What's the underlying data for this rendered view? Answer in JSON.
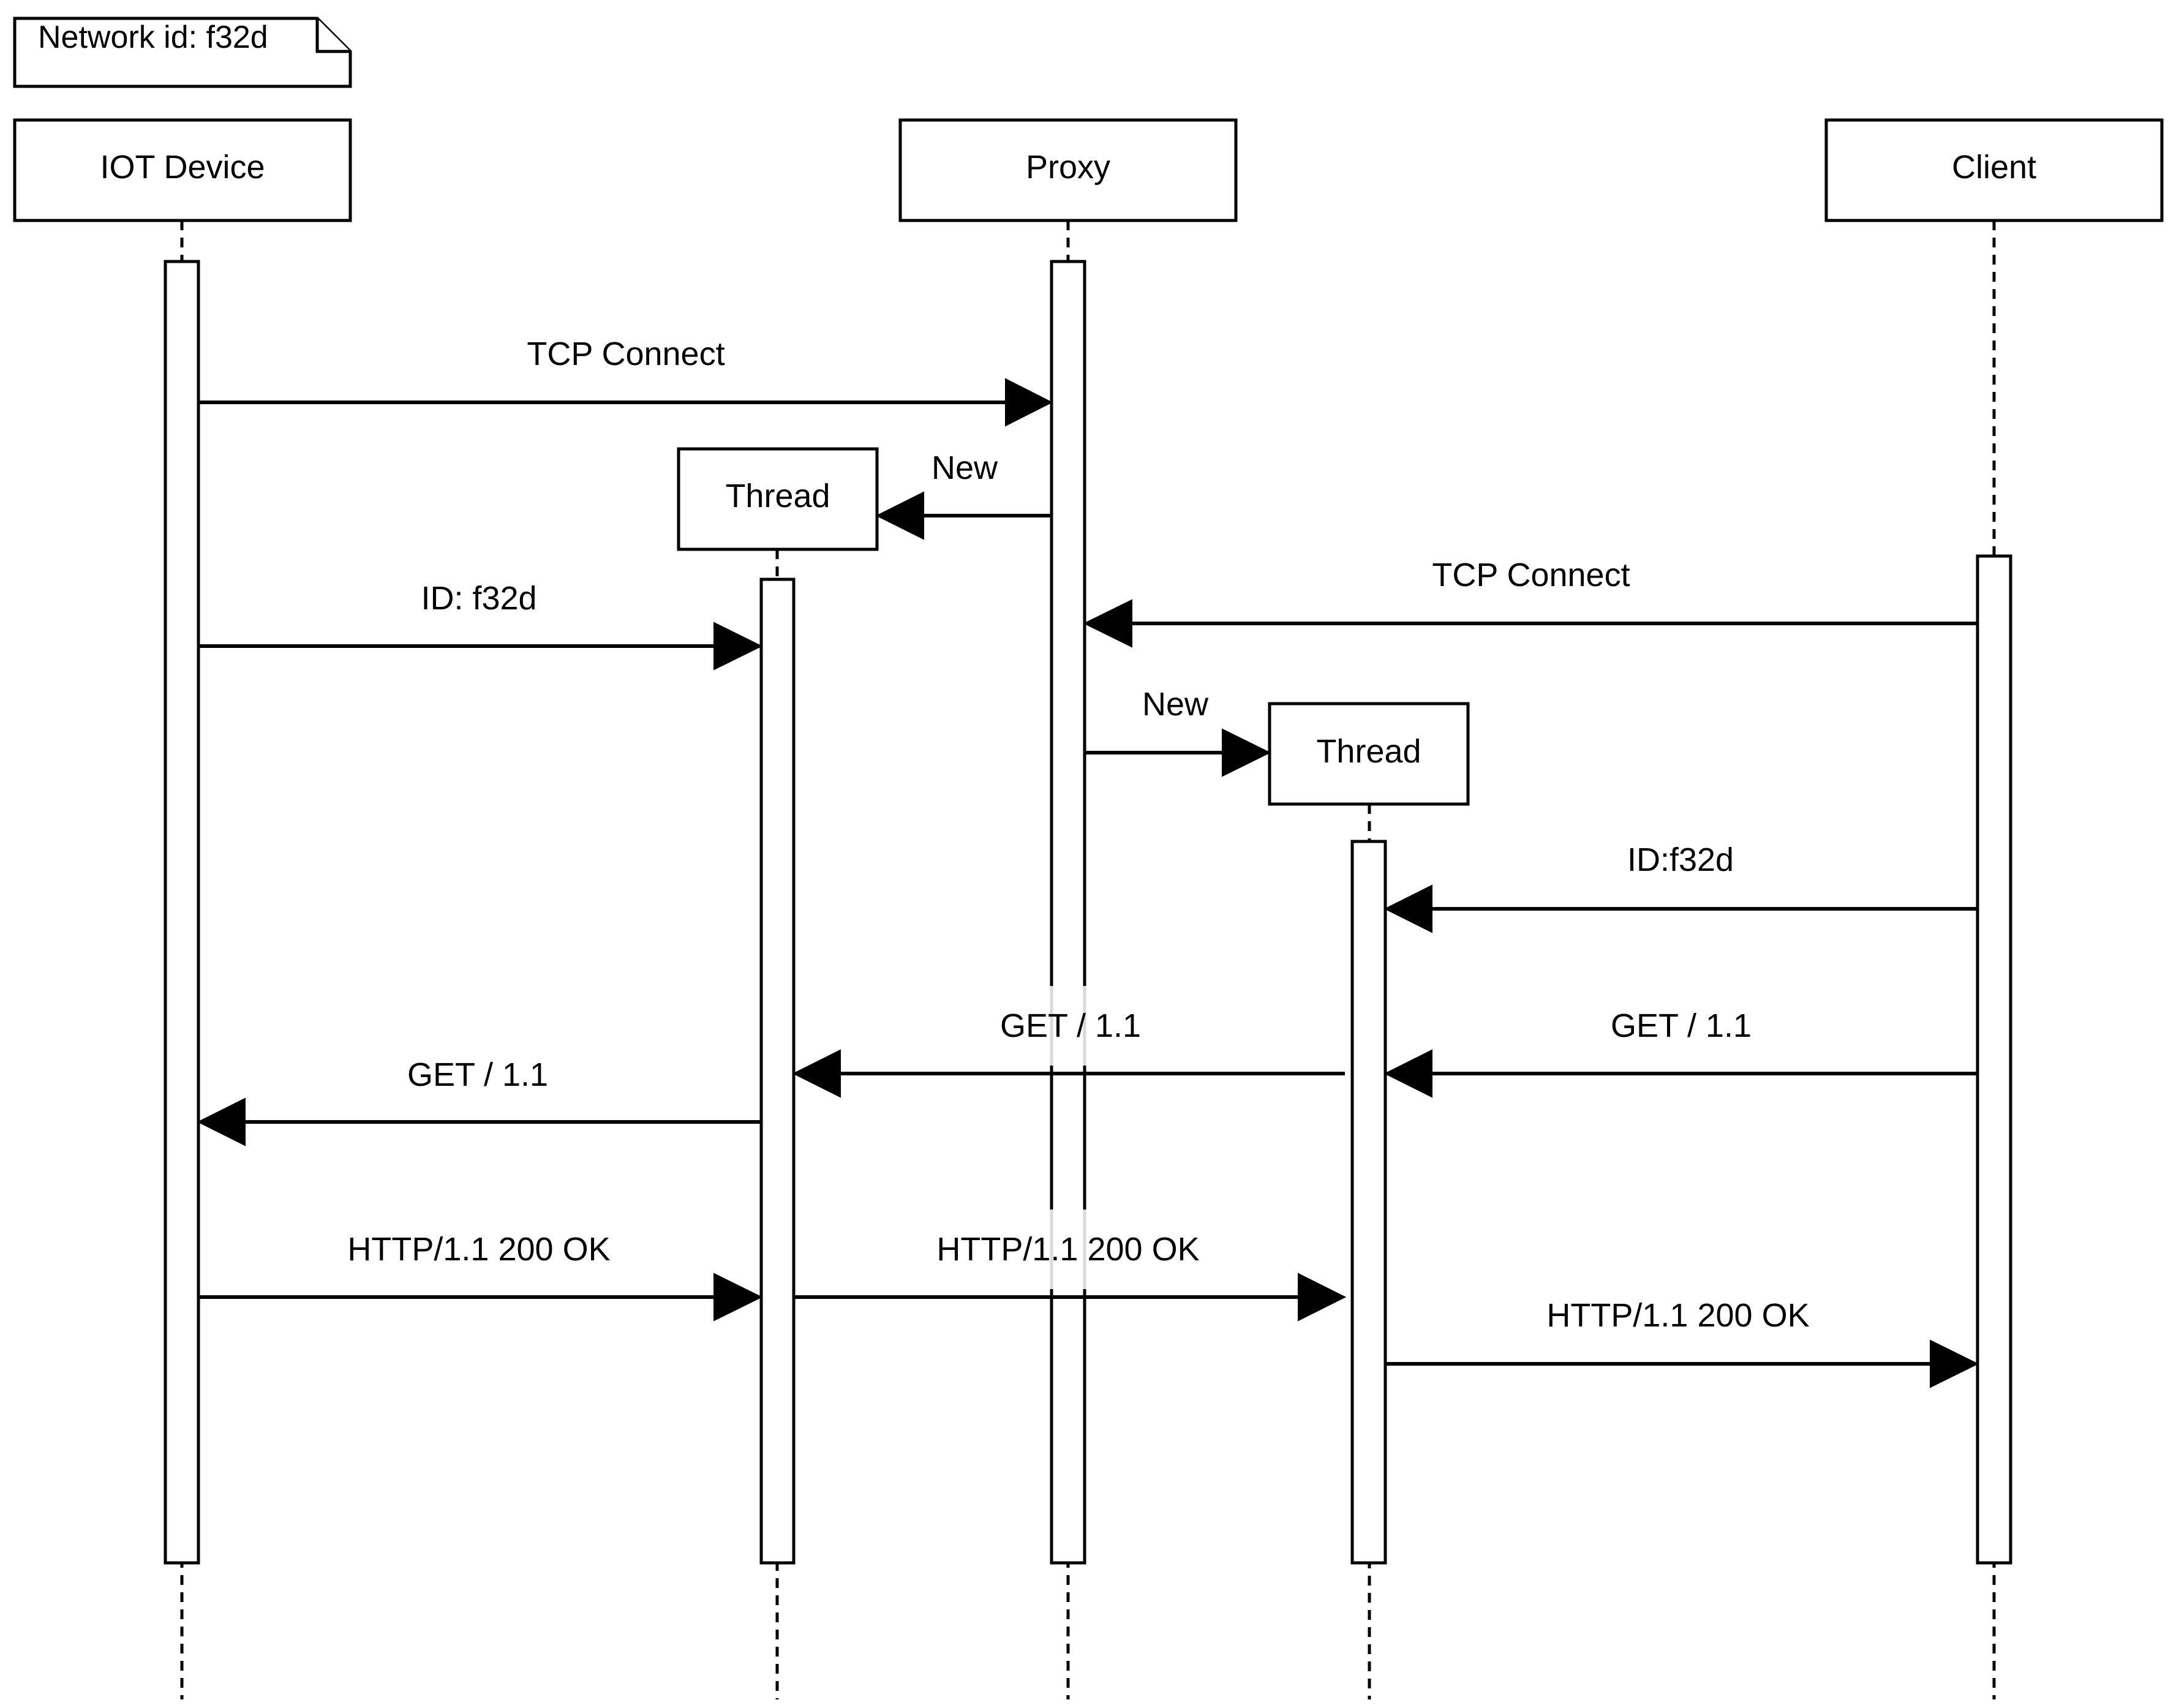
{
  "note": {
    "text": "Network id: f32d"
  },
  "participants": {
    "iot": "IOT Device",
    "proxy": "Proxy",
    "client": "Client",
    "thread1": "Thread",
    "thread2": "Thread"
  },
  "messages": [
    {
      "id": "m1",
      "label": "TCP Connect",
      "from": "IOT Device",
      "to": "Proxy"
    },
    {
      "id": "m2",
      "label": "New",
      "from": "Proxy",
      "to": "Thread"
    },
    {
      "id": "m3",
      "label": "TCP Connect",
      "from": "Client",
      "to": "Proxy"
    },
    {
      "id": "m4",
      "label": "ID: f32d",
      "from": "IOT Device",
      "to": "Thread"
    },
    {
      "id": "m5",
      "label": "New",
      "from": "Proxy",
      "to": "Thread"
    },
    {
      "id": "m6",
      "label": "ID:f32d",
      "from": "Client",
      "to": "Thread"
    },
    {
      "id": "m7",
      "label": "GET / 1.1",
      "from": "Client",
      "to": "Thread"
    },
    {
      "id": "m8",
      "label": "GET / 1.1",
      "from": "Thread",
      "to": "Thread"
    },
    {
      "id": "m9",
      "label": "GET / 1.1",
      "from": "Thread",
      "to": "IOT Device"
    },
    {
      "id": "m10",
      "label": "HTTP/1.1 200 OK",
      "from": "IOT Device",
      "to": "Thread"
    },
    {
      "id": "m11",
      "label": "HTTP/1.1 200 OK",
      "from": "Thread",
      "to": "Thread"
    },
    {
      "id": "m12",
      "label": "HTTP/1.1 200 OK",
      "from": "Thread",
      "to": "Client"
    }
  ]
}
